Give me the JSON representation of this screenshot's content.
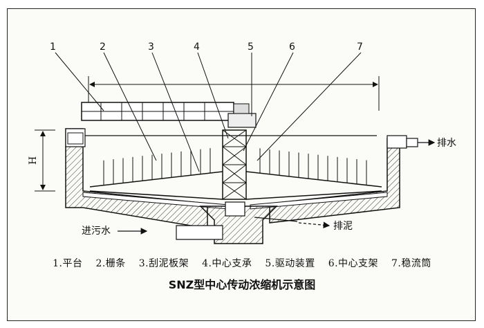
{
  "diagram": {
    "callout_numbers": [
      "1",
      "2",
      "3",
      "4",
      "5",
      "6",
      "7"
    ],
    "height_label": "H",
    "flow_labels": {
      "outlet_water": "排水",
      "inlet_sewage": "进污水",
      "sludge_out": "排泥"
    },
    "legend": [
      "1.平台",
      "2.栅条",
      "3.刮泥板架",
      "4.中心支承",
      "5.驱动装置",
      "6.中心支架",
      "7.稳流筒"
    ],
    "caption": "SNZ型中心传动浓缩机示意图"
  }
}
